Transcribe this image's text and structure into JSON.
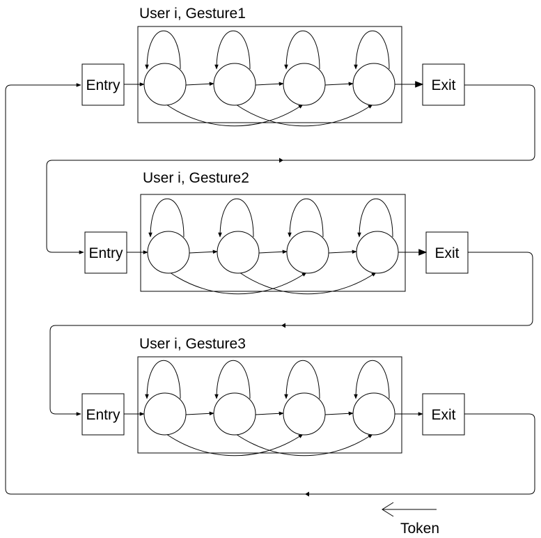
{
  "blocks": [
    {
      "title": "User i, Gesture1",
      "entry": "Entry",
      "exit": "Exit"
    },
    {
      "title": "User i, Gesture2",
      "entry": "Entry",
      "exit": "Exit"
    },
    {
      "title": "User i, Gesture3",
      "entry": "Entry",
      "exit": "Exit"
    }
  ],
  "token_label": "Token",
  "states_per_gesture": 4
}
